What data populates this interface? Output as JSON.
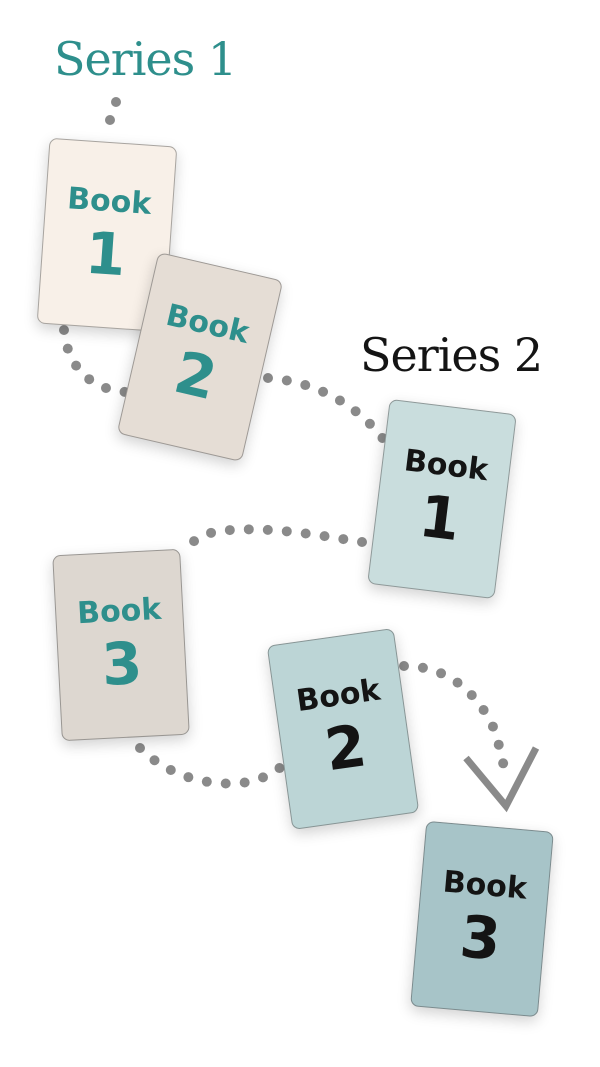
{
  "colors": {
    "teal_text": "#2e8f8c",
    "dark_text": "#141414",
    "dots": "#8a8a8a",
    "series1_book1_bg": "#f8f0e8",
    "series1_book2_bg": "#e5ddd5",
    "series1_book3_bg": "#ddd7d0",
    "series2_book1_bg": "#c9dddd",
    "series2_book2_bg": "#bcd5d6",
    "series2_book3_bg": "#a7c4c8"
  },
  "series": [
    {
      "title": "Series 1",
      "books": [
        {
          "word": "Book",
          "number": "1"
        },
        {
          "word": "Book",
          "number": "2"
        },
        {
          "word": "Book",
          "number": "3"
        }
      ]
    },
    {
      "title": "Series 2",
      "books": [
        {
          "word": "Book",
          "number": "1"
        },
        {
          "word": "Book",
          "number": "2"
        },
        {
          "word": "Book",
          "number": "3"
        }
      ]
    }
  ],
  "arrow_icon": "chevron-down-icon"
}
